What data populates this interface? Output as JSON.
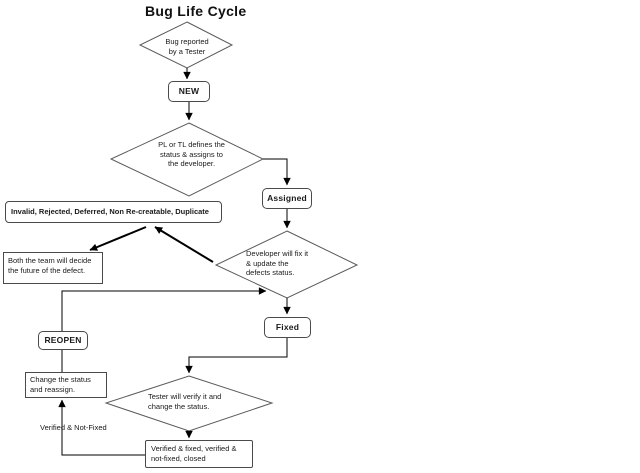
{
  "title": "Bug Life Cycle",
  "nodes": {
    "bug_reported": "Bug reported\nby a Tester",
    "new": "NEW",
    "pl_tl_defines": "PL or TL defines the\nstatus & assigns to\nthe developer.",
    "assigned": "Assigned",
    "invalid_statuses": "Invalid, Rejected, Deferred, Non Re-creatable, Duplicate",
    "team_decides": "Both the team will decide\nthe future of the defect.",
    "developer_fixes": "Developer will fix it\n& update the\ndefects status.",
    "fixed": "Fixed",
    "reopen": "REOPEN",
    "change_status": "Change the status\nand reassign.",
    "tester_verifies": "Tester will verify it and\nchange the status.",
    "verified_outcomes": "Verified & fixed, verified &\nnot-fixed, closed"
  },
  "edge_labels": {
    "verified_not_fixed": "Verified & Not-Fixed"
  },
  "edges": [
    {
      "from": "bug_reported",
      "to": "new"
    },
    {
      "from": "new",
      "to": "pl_tl_defines"
    },
    {
      "from": "pl_tl_defines",
      "to": "assigned"
    },
    {
      "from": "assigned",
      "to": "developer_fixes"
    },
    {
      "from": "developer_fixes",
      "to": "invalid_statuses"
    },
    {
      "from": "invalid_statuses",
      "to": "team_decides"
    },
    {
      "from": "developer_fixes",
      "to": "fixed"
    },
    {
      "from": "fixed",
      "to": "tester_verifies"
    },
    {
      "from": "tester_verifies",
      "to": "verified_outcomes"
    },
    {
      "from": "verified_outcomes",
      "to": "change_status",
      "label": "Verified & Not-Fixed"
    },
    {
      "from": "change_status",
      "to": "reopen"
    },
    {
      "from": "reopen",
      "to": "developer_fixes"
    }
  ],
  "colors": {
    "background": "#ffffff",
    "connector_line": "#000000",
    "shape_border": "#4a4a4a",
    "text": "#1a1a1a"
  }
}
